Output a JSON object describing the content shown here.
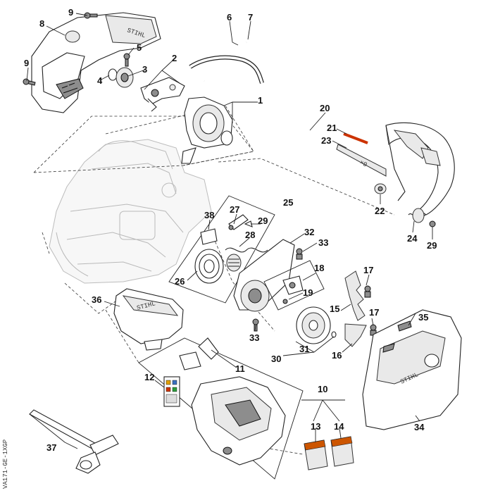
{
  "labels": {
    "l1": "1",
    "l2": "2",
    "l3": "3",
    "l4": "4",
    "l5": "5",
    "l6": "6",
    "l7": "7",
    "l8": "8",
    "l9a": "9",
    "l9b": "9",
    "l10": "10",
    "l11": "11",
    "l12": "12",
    "l13": "13",
    "l14": "14",
    "l15": "15",
    "l16": "16",
    "l17a": "17",
    "l17b": "17",
    "l18": "18",
    "l19": "19",
    "l20": "20",
    "l21": "21",
    "l22": "22",
    "l23": "23",
    "l24": "24",
    "l25": "25",
    "l26": "26",
    "l27": "27",
    "l28": "28",
    "l29a": "29",
    "l29b": "29",
    "l30": "30",
    "l31": "31",
    "l32": "32",
    "l33a": "33",
    "l33b": "33",
    "l34": "34",
    "l35": "35",
    "l36": "36",
    "l37": "37",
    "l38": "38"
  },
  "drawing_code": "VA171-GE-1XGP",
  "logos": {
    "top_cover": "STIHL",
    "chain_cover": "STIHL"
  },
  "colors": {
    "line": "#222222",
    "ghost": "#bbbbbb",
    "accent": "#cc3300"
  }
}
